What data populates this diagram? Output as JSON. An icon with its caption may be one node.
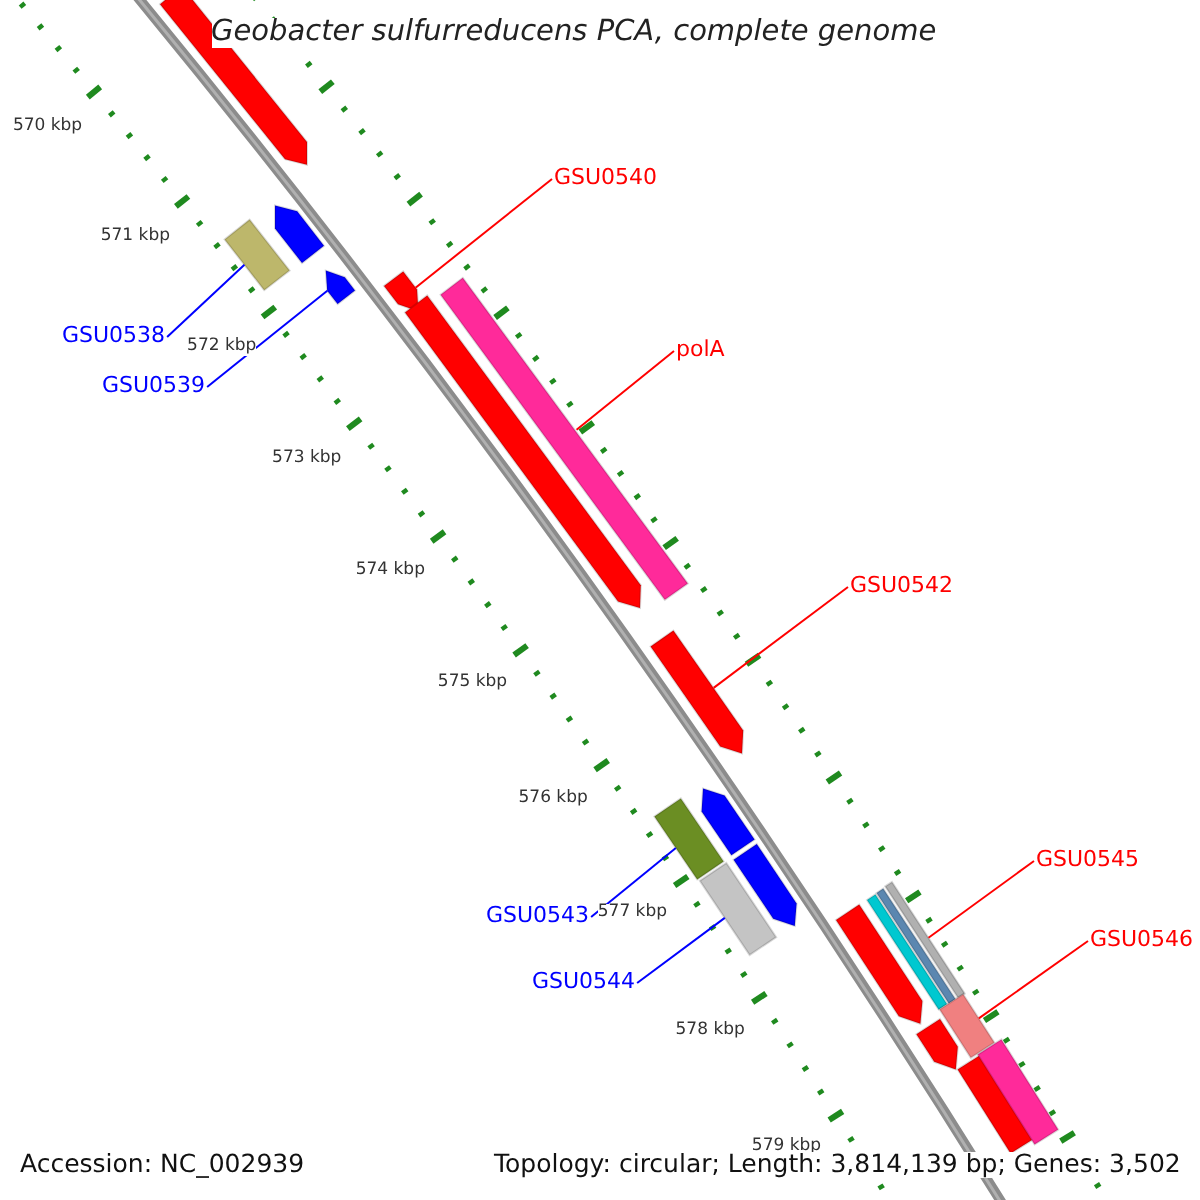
{
  "diagram": {
    "title": "Geobacter sulfurreducens PCA, complete genome",
    "nodes": [
      {
        "text": [
          "GSU0540"
        ]
      },
      {
        "text": [
          "polA"
        ]
      },
      {
        "text": [
          "GSU0538"
        ]
      },
      {
        "text": [
          "GSU0539"
        ]
      },
      {
        "text": [
          "GSU0542"
        ]
      },
      {
        "text": [
          "GSU0545"
        ]
      },
      {
        "text": [
          "GSU0543"
        ]
      },
      {
        "text": [
          "GSU0546"
        ]
      },
      {
        "text": [
          "GSU0544"
        ]
      },
      {
        "text": [],
        "shape": "arrow"
      },
      {
        "text": [],
        "shape": "bar"
      },
      {
        "text": [],
        "shape": "bar"
      },
      {
        "text": [],
        "shape": "arrow"
      },
      {
        "text": [],
        "shape": "arrow"
      },
      {
        "text": [],
        "shape": "bar"
      },
      {
        "text": [],
        "shape": "bar"
      },
      {
        "text": [],
        "shape": "bar"
      },
      {
        "text": [],
        "shape": "bar"
      },
      {
        "text": [],
        "shape": "arrow"
      }
    ],
    "edges": [
      {
        "from": 0,
        "to": 9,
        "arrow": "none"
      },
      {
        "from": 1,
        "to": 10,
        "arrow": "none"
      },
      {
        "from": 2,
        "to": 11,
        "arrow": "none",
        "color": "#0000ff"
      },
      {
        "from": 3,
        "to": 12,
        "arrow": "none",
        "color": "#0000ff"
      },
      {
        "from": 4,
        "to": 13,
        "arrow": "none"
      },
      {
        "from": 5,
        "to": 14,
        "arrow": "none"
      },
      {
        "from": 6,
        "to": 15,
        "arrow": "none",
        "color": "#0000ff"
      },
      {
        "from": 7,
        "to": 16,
        "arrow": "none"
      },
      {
        "from": 8,
        "to": 17,
        "arrow": "none",
        "color": "#0000ff"
      }
    ],
    "labels": [
      "570 kbp",
      "571 kbp",
      "572 kbp",
      "573 kbp",
      "574 kbp",
      "575 kbp",
      "576 kbp",
      "577 kbp",
      "578 kbp",
      "579 kbp",
      "Accession: NC_002939",
      "Topology: circular; Length: 3,814,139 bp; Genes: 3,502"
    ]
  }
}
